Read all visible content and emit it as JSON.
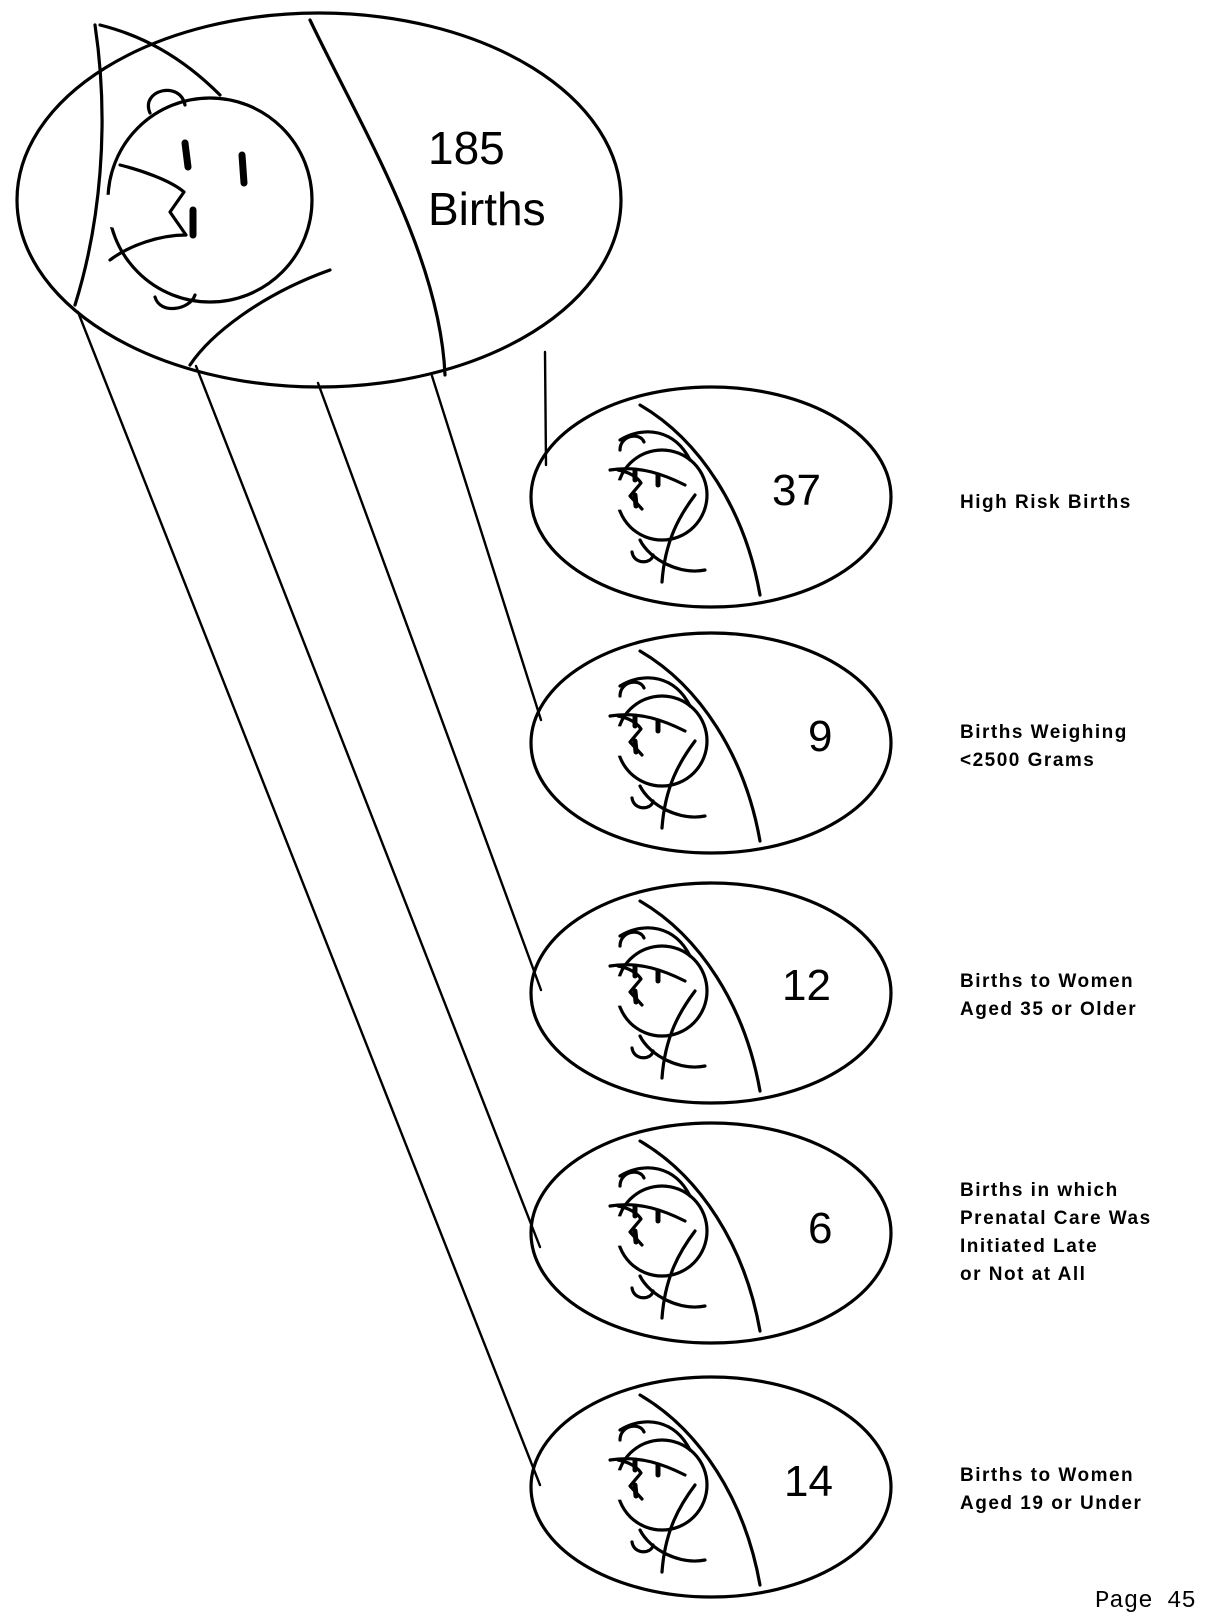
{
  "main": {
    "total_value": "185",
    "total_label": "Births"
  },
  "groups": [
    {
      "value": "37",
      "label_lines": [
        "High Risk Births"
      ]
    },
    {
      "value": "9",
      "label_lines": [
        "Births  Weighing",
        "<2500 Grams"
      ]
    },
    {
      "value": "12",
      "label_lines": [
        "Births to Women",
        "Aged 35 or Older"
      ]
    },
    {
      "value": "6",
      "label_lines": [
        "Births in which",
        "Prenatal Care Was",
        "Initiated Late",
        "or Not at All"
      ]
    },
    {
      "value": "14",
      "label_lines": [
        "Births to Women",
        "Aged 19 or Under"
      ]
    }
  ],
  "footer": {
    "page": "Page 45"
  },
  "icons": {
    "baby_figure": "baby-icon"
  }
}
